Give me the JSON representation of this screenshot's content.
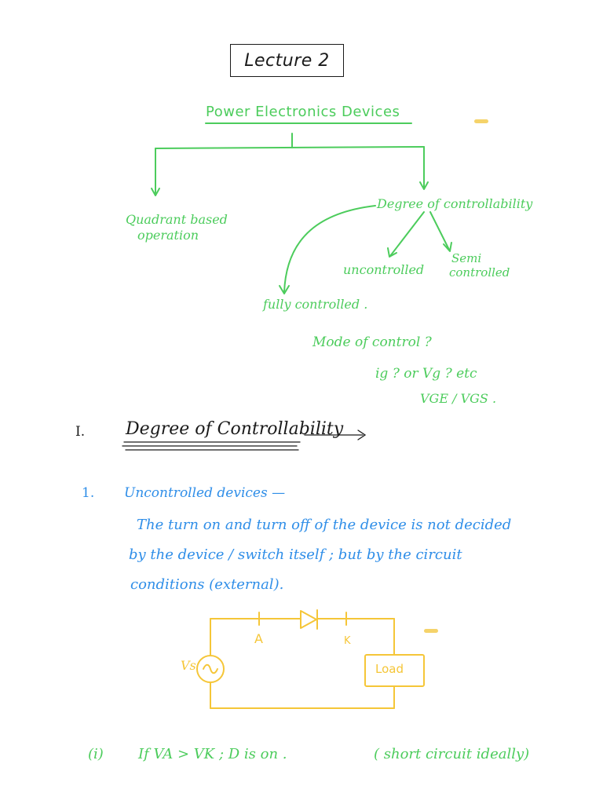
{
  "lecture": {
    "title": "Lecture 2"
  },
  "tree": {
    "root": "Power Electronics Devices",
    "left_branch": [
      "Quadrant based",
      "operation"
    ],
    "right_branch": "Degree of controllability",
    "uncontrolled": "uncontrolled",
    "semi": [
      "Semi",
      "controlled"
    ],
    "fully": "fully controlled .",
    "mode_question": "Mode of control ?",
    "mode_options": "ig ?  or  Vg ?   etc",
    "mode_voltages": "VGE / VGS ."
  },
  "section": {
    "numeral": "I.",
    "heading": "Degree of Controllability"
  },
  "item1": {
    "number": "1.",
    "heading": "Uncontrolled devices —",
    "lines": [
      "The turn on and turn off of the device is not decided",
      "by the device / switch itself ;   but by the circuit",
      "conditions   (external)."
    ]
  },
  "circuit": {
    "anode": "A",
    "cathode": "K",
    "source": "Vs",
    "load": "Load"
  },
  "condition": {
    "index": "(i)",
    "text": "If   VA > VK ;   D is on .",
    "note": "( short circuit ideally)"
  },
  "colors": {
    "green": "#4ccc5c",
    "blue": "#2f8ee8",
    "yellow": "#f5c638",
    "ink": "#1a1a1a"
  }
}
